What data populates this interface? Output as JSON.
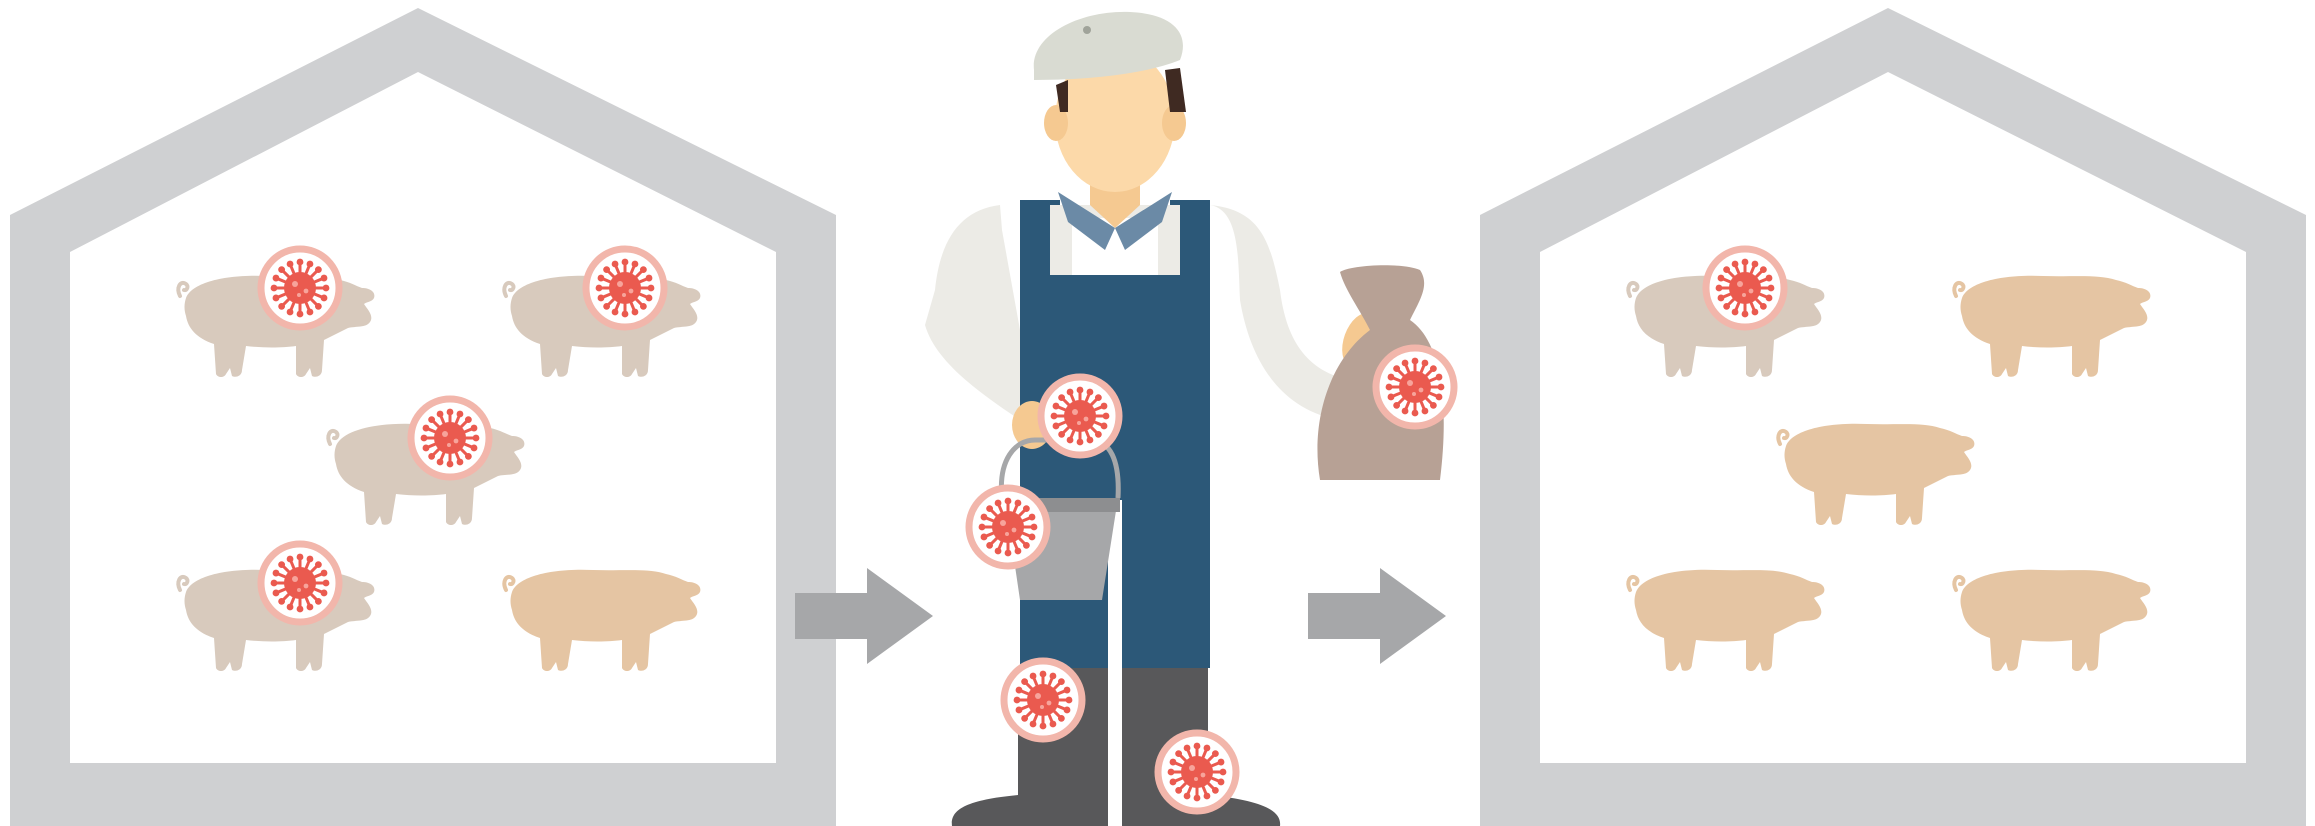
{
  "colors": {
    "background": "#ffffff",
    "barn_wall": "#cfd0d2",
    "barn_interior": "#ffffff",
    "pig_healthy": "#e5c5a3",
    "pig_infected": "#d8cabd",
    "virus_ring": "#f2b6ab",
    "virus_fill": "#ea5a4f",
    "arrow": "#a6a7a9",
    "overalls": "#2c5878",
    "shirt": "#ecebe6",
    "skin": "#fcd9a9",
    "cap": "#d9dbd2",
    "hair": "#3f2a22",
    "collar": "#6b8aa6",
    "boots": "#58585a",
    "bucket": "#a6a7a9",
    "sack": "#b7a195"
  },
  "icons": {
    "barn": "house-outline-icon",
    "pig": "pig-icon",
    "virus": "virus-icon",
    "arrow": "arrow-right-icon",
    "worker": "farm-worker-icon",
    "bucket": "bucket-icon",
    "sack": "sack-icon"
  },
  "scene": {
    "left_barn": {
      "pigs": [
        {
          "infected": true
        },
        {
          "infected": true
        },
        {
          "infected": true
        },
        {
          "infected": true
        },
        {
          "infected": false
        }
      ]
    },
    "right_barn": {
      "pigs": [
        {
          "infected": true
        },
        {
          "infected": false
        },
        {
          "infected": false
        },
        {
          "infected": false
        },
        {
          "infected": false
        }
      ]
    },
    "worker": {
      "contaminated_items": [
        "hand",
        "bucket",
        "sack",
        "left-boot",
        "right-boot"
      ]
    }
  }
}
